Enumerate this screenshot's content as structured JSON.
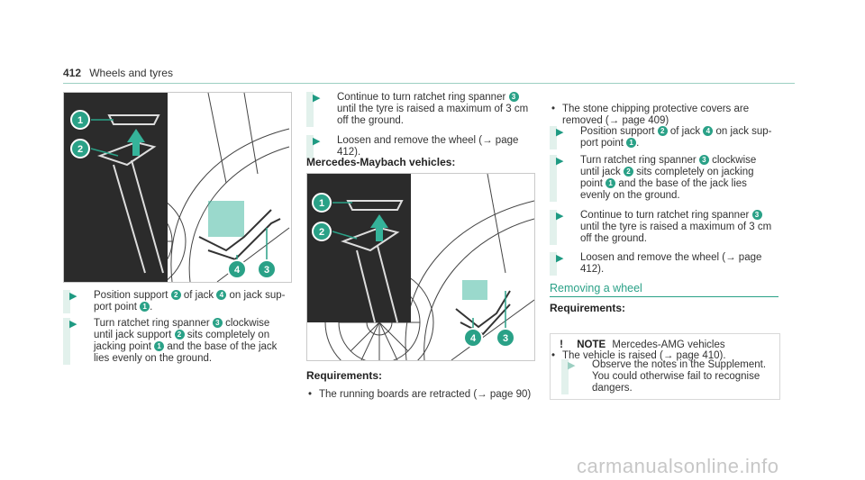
{
  "header": {
    "page_number": "412",
    "title": "Wheels and tyres"
  },
  "col1": {
    "steps": [
      {
        "parts": [
          "Position support ",
          "2",
          " of jack ",
          "4",
          " on jack sup- port point ",
          "1",
          "."
        ]
      },
      {
        "parts": [
          "Turn ratchet ring spanner ",
          "3",
          " clockwise until jack support ",
          "2",
          " sits completely on jacking point ",
          "1",
          " and the base of the jack lies evenly on the ground."
        ]
      }
    ]
  },
  "col2": {
    "steps": [
      {
        "parts": [
          "Continue to turn ratchet ring spanner ",
          "3",
          " until the tyre is raised a maximum of 3 cm off the ground."
        ]
      },
      {
        "parts": [
          "Loosen and remove the wheel (",
          "→",
          " page 412)."
        ]
      }
    ],
    "subheading": "Mercedes-Maybach vehicles:",
    "requirements_label": "Requirements:",
    "requirements": [
      "The running boards are retracted (→ page 90)"
    ]
  },
  "col3": {
    "bullet_top": "The stone chipping protective covers are removed (→ page 409)",
    "steps": [
      {
        "parts": [
          "Position support ",
          "2",
          " of jack ",
          "4",
          " on jack sup- port point ",
          "1",
          "."
        ]
      },
      {
        "parts": [
          "Turn ratchet ring spanner ",
          "3",
          " clockwise until jack ",
          "2",
          " sits completely on jacking point ",
          "1",
          " and the base of the jack lies evenly on the ground."
        ]
      },
      {
        "parts": [
          "Continue to turn ratchet ring spanner ",
          "3",
          " until the tyre is raised a maximum of 3 cm off the ground."
        ]
      },
      {
        "parts": [
          "Loosen and remove the wheel (",
          "→",
          " page 412)."
        ]
      }
    ],
    "section_heading": "Removing a wheel",
    "requirements_label": "Requirements:",
    "requirements": [
      "The vehicle is raised (→ page 410)."
    ],
    "note": {
      "icon": "!",
      "label": "NOTE",
      "text": "Mercedes-AMG vehicles",
      "step": "Observe the notes in the Supplement. You could otherwise fail to recognise dangers."
    }
  },
  "figure_labels": {
    "a": "1",
    "b": "2",
    "c": "4",
    "d": "3"
  },
  "watermark": "carmanualsonline.info",
  "colors": {
    "accent": "#2aa187",
    "step_bar": "#e2f1ec",
    "rule": "#9ccfc2"
  }
}
